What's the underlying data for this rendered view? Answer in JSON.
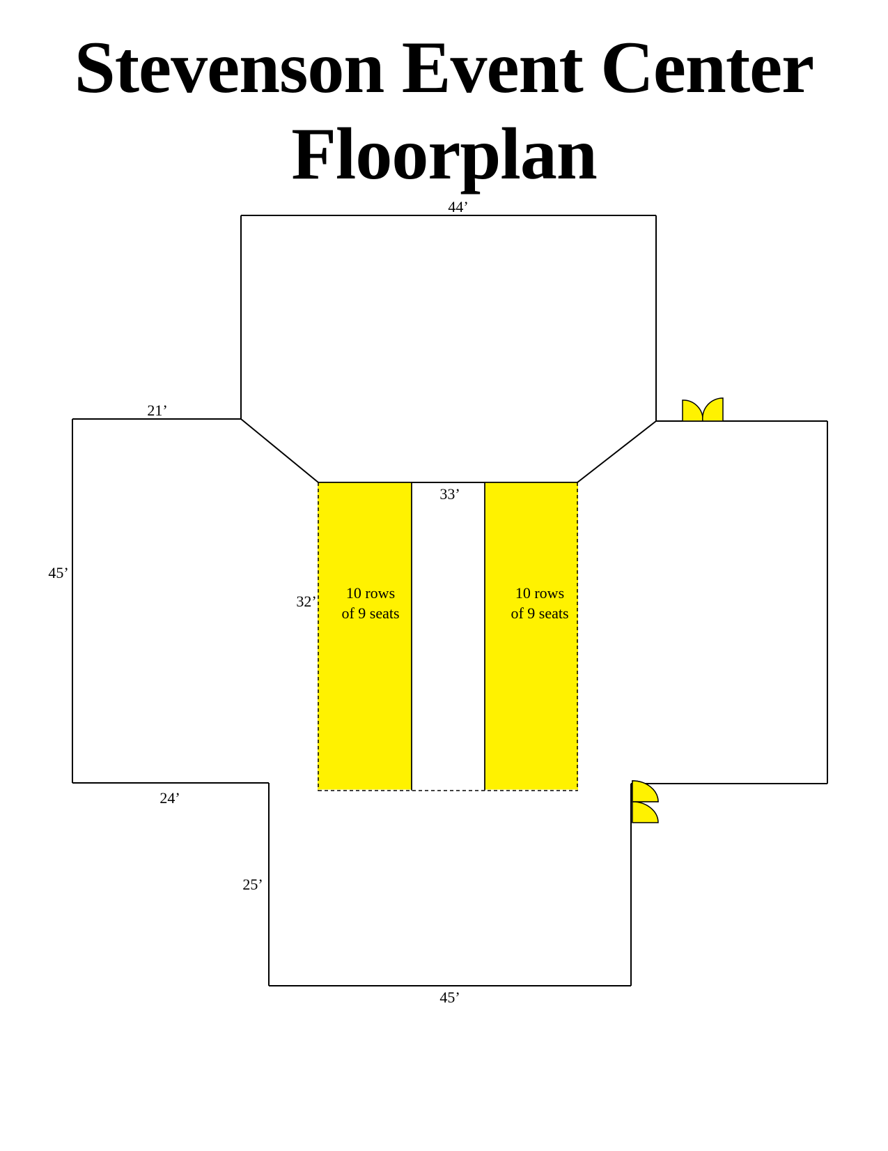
{
  "title": {
    "line1": "Stevenson Event Center",
    "line2": "Floorplan"
  },
  "dimensions": {
    "top_width": "44’",
    "left_wing_top": "21’",
    "left_wing_height": "45’",
    "left_wing_bottom": "24’",
    "stage_width": "33’",
    "seating_depth": "32’",
    "lower_section_height": "25’",
    "bottom_width": "45’"
  },
  "seating": {
    "left_block": {
      "line1": "10 rows",
      "line2": "of 9 seats",
      "rows": 10,
      "seats_per_row": 9
    },
    "right_block": {
      "line1": "10 rows",
      "line2": "of 9 seats",
      "rows": 10,
      "seats_per_row": 9
    }
  },
  "colors": {
    "seating_fill": "#fff200",
    "door_fill": "#fff200",
    "walls": "#000000"
  },
  "icons": [
    "double-door-icon",
    "double-door-icon"
  ]
}
